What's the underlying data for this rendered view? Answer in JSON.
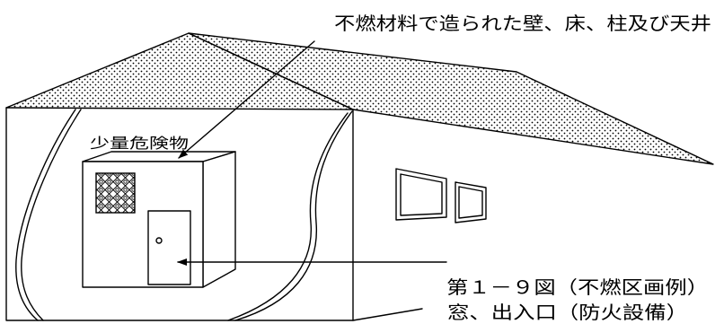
{
  "labels": {
    "noncombustible_structure": "不燃材料で造られた壁、床、柱及び天井",
    "small_quantity_hazardous_materials": "少量危険物",
    "figure_caption": "第１－９図（不燃区画例）",
    "fire_protection_openings": "窓、出入口（防火設備）"
  }
}
